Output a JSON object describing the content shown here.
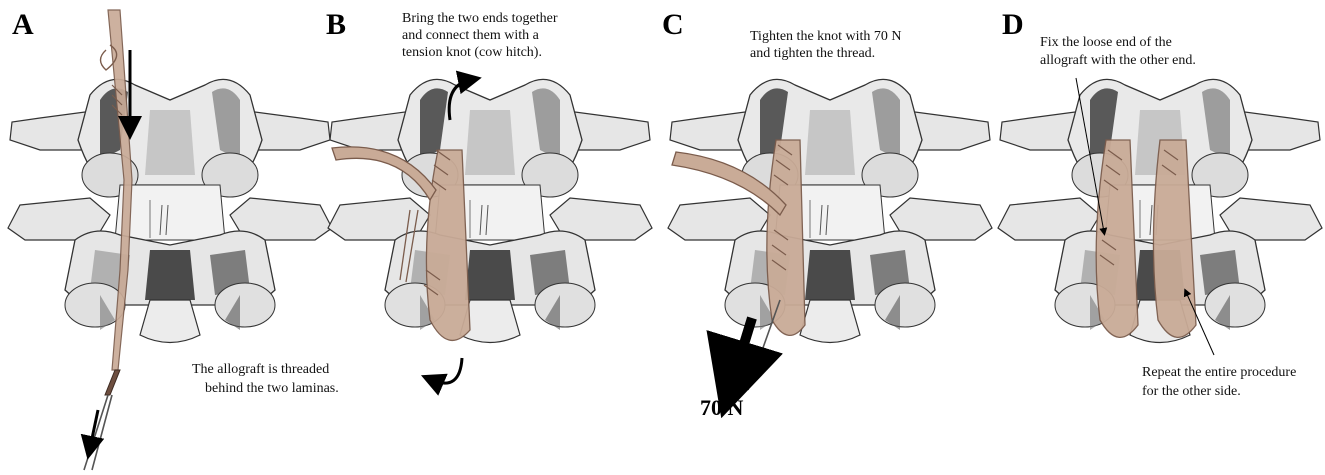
{
  "figure": {
    "panels": [
      {
        "id": "A",
        "letter": "A",
        "caption_lines": [
          "The allograft is threaded",
          "behind the two laminas."
        ]
      },
      {
        "id": "B",
        "letter": "B",
        "caption_lines": [
          "Bring the two ends together",
          "and connect them with a",
          "tension knot (cow hitch)."
        ]
      },
      {
        "id": "C",
        "letter": "C",
        "caption_lines": [
          "Tighten the knot with 70 N",
          "and tighten the thread."
        ],
        "force_label": "70 N"
      },
      {
        "id": "D",
        "letter": "D",
        "caption_top_lines": [
          "Fix the loose end of the",
          "allograft with the other end."
        ],
        "caption_bottom_lines": [
          "Repeat the entire procedure",
          "for the other side."
        ]
      }
    ],
    "colors": {
      "bone_light": "#e9e9e9",
      "bone_mid": "#c2c2c2",
      "bone_dark": "#6a6a6a",
      "graft_fill": "#c9ab97",
      "graft_stroke": "#7b5c4c",
      "arrow": "#000000"
    }
  }
}
